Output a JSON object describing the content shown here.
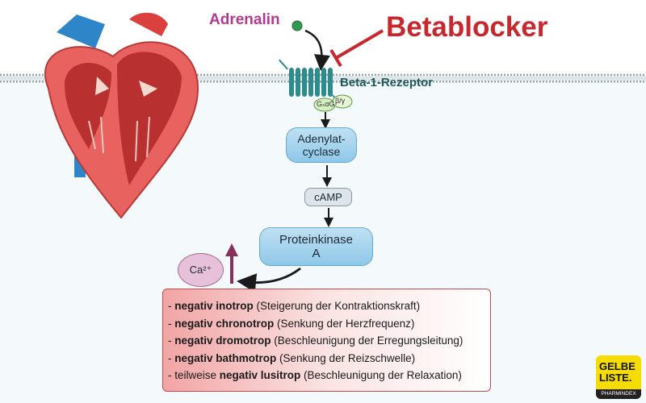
{
  "labels": {
    "adrenalin": "Adrenalin",
    "betablocker": "Betablocker",
    "receptor": "Beta-1-Rezeptor",
    "g_alpha": "GₛαG",
    "g_beta_gamma": "β/γ"
  },
  "pathway": {
    "adenylat_line1": "Adenylat-",
    "adenylat_line2": "cyclase",
    "camp": "cAMP",
    "pka_line1": "Proteinkinase",
    "pka_line2": "A",
    "calcium": "Ca²⁺"
  },
  "effects": [
    {
      "prefix": "- ",
      "bold": "negativ inotrop",
      "rest": " (Steigerung der Kontraktionskraft)"
    },
    {
      "prefix": "- ",
      "bold": "negativ chronotrop",
      "rest": " (Senkung der Herzfrequenz)"
    },
    {
      "prefix": "- ",
      "bold": "negativ dromotrop",
      "rest": " (Beschleunigung der Erregungsleitung)"
    },
    {
      "prefix": "- ",
      "bold": "negativ bathmotrop",
      "rest": " (Senkung der Reizschwelle)"
    },
    {
      "prefix": "- teilweise ",
      "bold": "negativ lusitrop",
      "rest": " (Beschleunigung der Relaxation)"
    }
  ],
  "logo": {
    "line1": "GELBE",
    "line2": "LISTE.",
    "line3": "PHARMINDEX"
  },
  "colors": {
    "adrenalin": "#b03a8f",
    "betablocker": "#c7282d",
    "receptor": "#2e8b8b",
    "heart": "#e05a58",
    "logo": "#f7dc00"
  }
}
